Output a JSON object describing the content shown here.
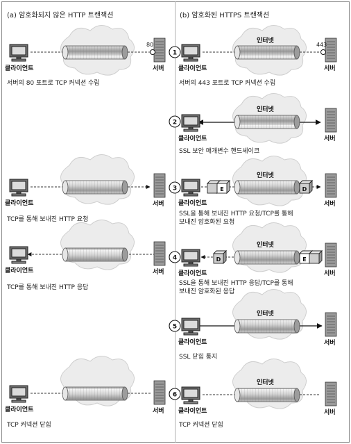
{
  "panels": {
    "left_title": "(a) 암호화되지 않은 HTTP 트랜잭션",
    "right_title": "(b) 암호화된 HTTPS 트랜잭션"
  },
  "labels": {
    "client": "클라이언트",
    "server": "서버",
    "internet": "인터넷",
    "port_http": "80",
    "port_https": "443",
    "msg_d": "D",
    "msg_e": "E"
  },
  "steps": [
    "1",
    "2",
    "3",
    "4",
    "5",
    "6"
  ],
  "captions": {
    "left": [
      "서버의 80 포트로 TCP 커넥션 수립",
      "TCP를 통해 보내진 HTTP 요청",
      "TCP를 통해 보내진 HTTP 응답",
      "TCP 커넥션 닫힘"
    ],
    "right": [
      "서버의 443 포트로 TCP 커넥션 수립",
      "SSL 보안 매개변수 핸드셰이크",
      "SSL을 통해 보내진 HTTP 요청/TCP를 통해",
      "보내진 암호화된 요청",
      "SSL을 통해 보내진 HTTP 응답/TCP를 통해",
      "보내진 암호화된 응답",
      "SSL 닫힘 통지",
      "TCP 커넥션 닫힘"
    ]
  }
}
